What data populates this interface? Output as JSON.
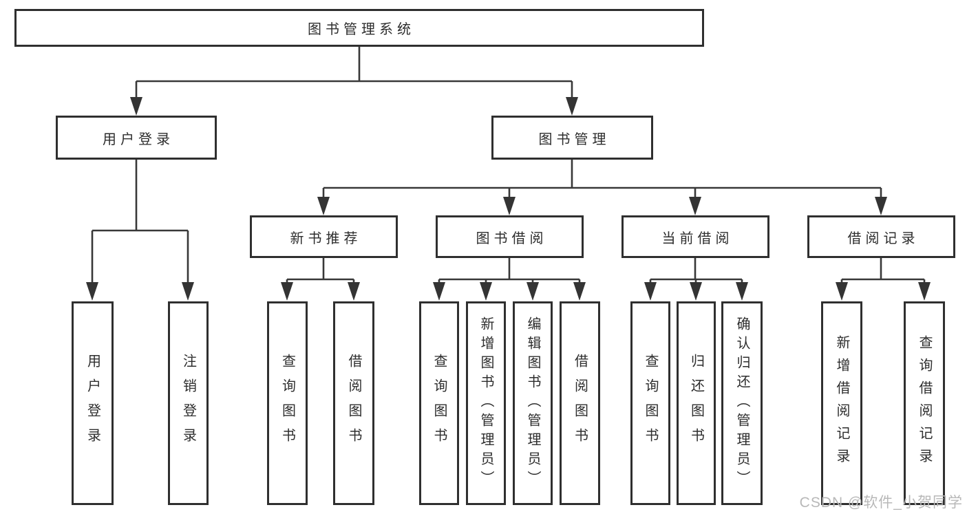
{
  "colors": {
    "line": "#383838",
    "box_border": "#2f2f2f",
    "text": "#2d2d2d",
    "watermark": "#b8b8b8",
    "background": "#ffffff"
  },
  "watermark": "CSDN @软件_小贺同学",
  "diagram": {
    "root": {
      "label": "图书管理系统"
    },
    "level2": [
      {
        "id": "user-login",
        "label": "用户登录"
      },
      {
        "id": "book-management",
        "label": "图书管理"
      }
    ],
    "level3": [
      {
        "id": "new-book-recommend",
        "label": "新书推荐"
      },
      {
        "id": "book-borrow",
        "label": "图书借阅"
      },
      {
        "id": "current-borrow",
        "label": "当前借阅"
      },
      {
        "id": "borrow-records",
        "label": "借阅记录"
      }
    ],
    "leaves": {
      "user_login": [
        "用户登录",
        "注销登录"
      ],
      "new_book_recommend": [
        "查询图书",
        "借阅图书"
      ],
      "book_borrow": [
        "查询图书",
        "新增图书（管理员）",
        "编辑图书（管理员）",
        "借阅图书"
      ],
      "current_borrow": [
        "查询图书",
        "归还图书",
        "确认归还（管理员）"
      ],
      "borrow_records": [
        "新增借阅记录",
        "查询借阅记录"
      ]
    }
  }
}
